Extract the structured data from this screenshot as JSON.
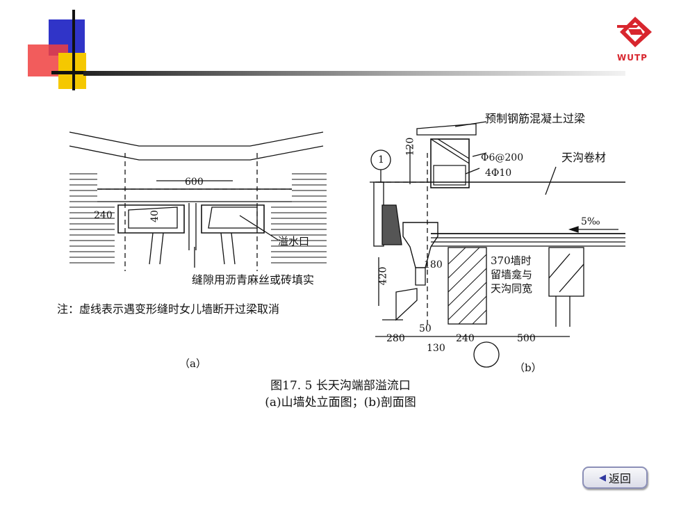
{
  "logo": {
    "text": "WUTP",
    "color": "#d8262e"
  },
  "decoration": {
    "blue": "#3034c8",
    "yellow": "#f5c800",
    "red": "#f04040"
  },
  "diagram_a": {
    "dim_600": "600",
    "dim_240": "240",
    "dim_40": "40",
    "label_overflow": "溢水口",
    "label_gap_fill": "缝隙用沥青麻丝或砖填实",
    "note": "注：虚线表示遇变形缝时女儿墙断开过梁取消",
    "tag": "（a）"
  },
  "diagram_b": {
    "label_beam": "预制钢筋混凝土过梁",
    "rebar_1": "Φ6@200",
    "rebar_2": "4Φ10",
    "label_membrane": "天沟卷材",
    "slope": "5‰",
    "circle_1": "1",
    "dim_120": "120",
    "dim_420": "420",
    "dim_180": "180",
    "note_370_line1": "370墙时",
    "note_370_line2": "留墙龛与",
    "note_370_line3": "天沟同宽",
    "dim_50": "50",
    "dim_280": "280",
    "dim_130": "130",
    "dim_240": "240",
    "dim_500": "500",
    "tag": "（b）"
  },
  "caption": {
    "line1": "图17. 5  长天沟端部溢流口",
    "line2": "(a)山墙处立面图；(b)剖面图"
  },
  "nav": {
    "back_label": "返回",
    "back_icon": "left-triangle-icon"
  }
}
